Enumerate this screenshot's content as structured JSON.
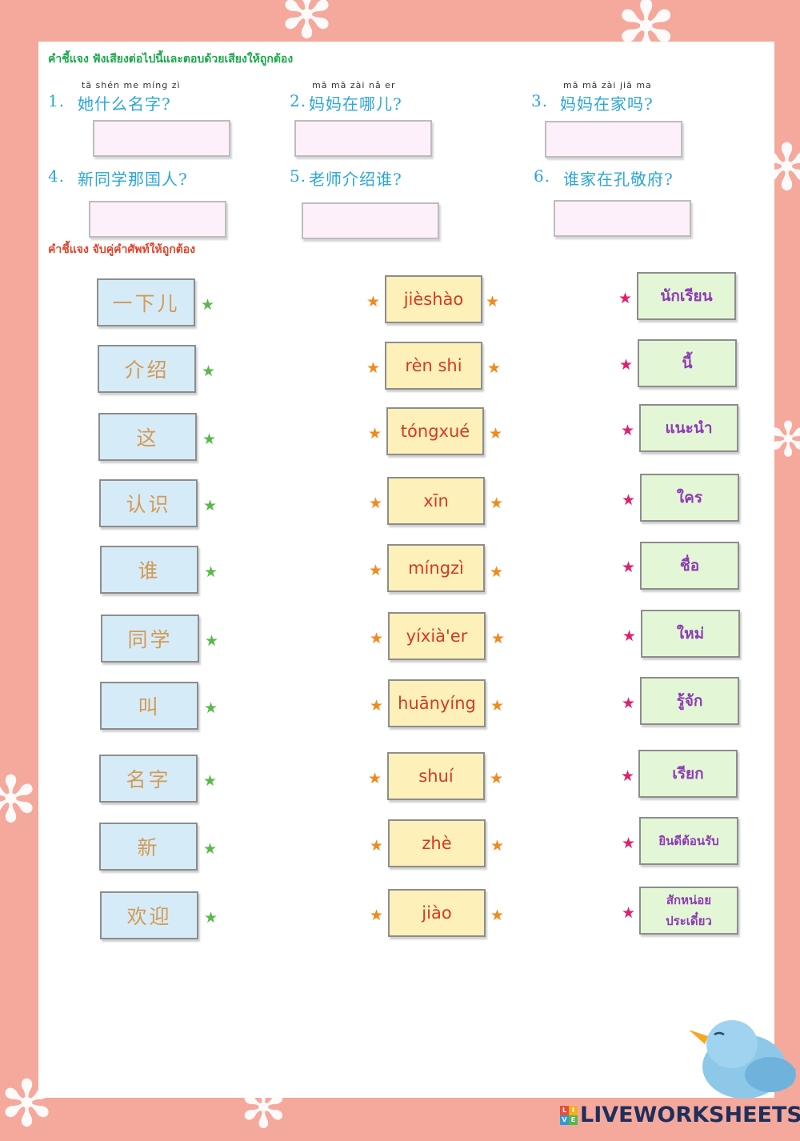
{
  "instructions": {
    "listen": "คำชี้แจง  ฟังเสียงต่อไปนี้และตอบด้วยเสียงให้ถูกต้อง",
    "match": "คำชี้แจง  จับคู่คำศัพท์ให้ถูกต้อง"
  },
  "questions": [
    {
      "num": "1.",
      "pinyin": "tā shén me míng zì",
      "text": "她什么名字?"
    },
    {
      "num": "2.",
      "pinyin": "mā mā zài nǎ  er",
      "text": "妈妈在哪儿?"
    },
    {
      "num": "3.",
      "pinyin": "mā mā zài jiā  ma",
      "text": "妈妈在家吗?"
    },
    {
      "num": "4.",
      "pinyin": "",
      "text": "新同学那国人?"
    },
    {
      "num": "5.",
      "pinyin": "",
      "text": "老师介绍谁?"
    },
    {
      "num": "6.",
      "pinyin": "",
      "text": "谁家在孔敬府?"
    }
  ],
  "chinese_words": [
    "一下儿",
    "介绍",
    "这",
    "认识",
    "谁",
    "同学",
    "叫",
    "名字",
    "新",
    "欢迎"
  ],
  "pinyin_words": [
    "jièshào",
    "rèn shi",
    "tóngxué",
    "xīn",
    "míngzì",
    "yíxià'er",
    "huānyíng",
    "shuí",
    "zhè",
    "jiào"
  ],
  "thai_words": [
    "นักเรียน",
    "นี้",
    "แนะนำ",
    "ใคร",
    "ชื่อ",
    "ใหม่",
    "รู้จัก",
    "เรียก",
    "ยินดีต้อนรับ",
    "สักหน่อย ประเดี๋ยว"
  ],
  "star_glyph": "★",
  "brand": {
    "name": "LIVEWORKSHEETS",
    "logo_letters": [
      "L",
      "I",
      "V",
      "E"
    ],
    "logo_colors": [
      "#e84c3d",
      "#f2b01e",
      "#2e9bd6",
      "#55b848"
    ]
  },
  "colors": {
    "background": "#f4a99c",
    "question_blue": "#2aa6d8",
    "instruction_green": "#1aa84a",
    "instruction_red": "#e0432b"
  }
}
